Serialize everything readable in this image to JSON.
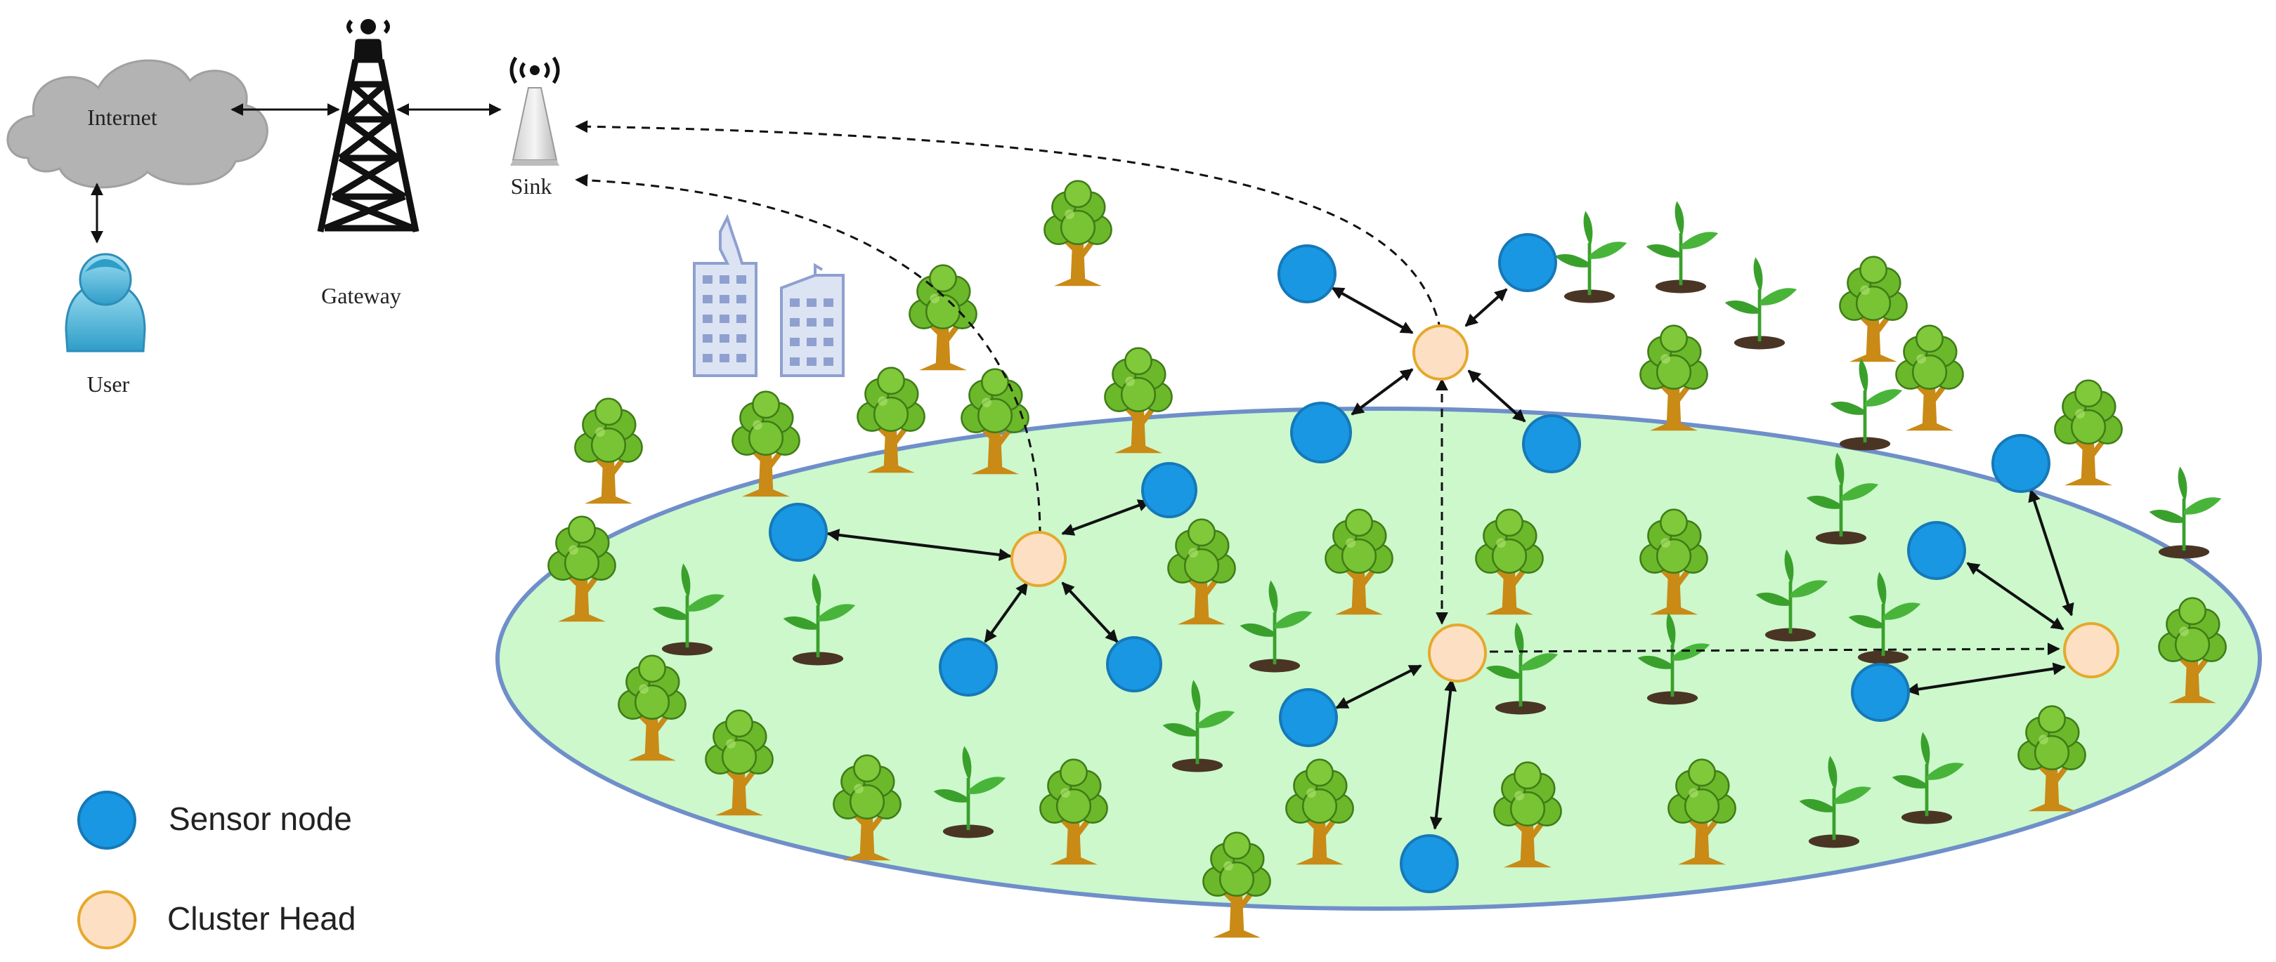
{
  "labels": {
    "internet": "Internet",
    "gateway": "Gateway",
    "sink": "Sink",
    "user": "User"
  },
  "legend": {
    "sensor": "Sensor node",
    "cluster_head": "Cluster Head"
  },
  "colors": {
    "field_fill": "#ccf8cc",
    "field_stroke": "#6f8fc9",
    "sensor_fill": "#1a97e2",
    "sensor_stroke": "#1579b8",
    "head_fill": "#fde0c4",
    "head_stroke": "#e6a82c",
    "cloud": "#b3b3b3",
    "tree_foliage": "#6cb82b",
    "tree_trunk": "#c98a16",
    "sprout": "#3aa02c",
    "soil": "#4a3524",
    "building": "#dce3f3"
  },
  "icons": [
    "cloud-icon",
    "tower-icon",
    "sink-icon",
    "user-icon",
    "building-icon",
    "tree-icon",
    "sprout-icon"
  ]
}
